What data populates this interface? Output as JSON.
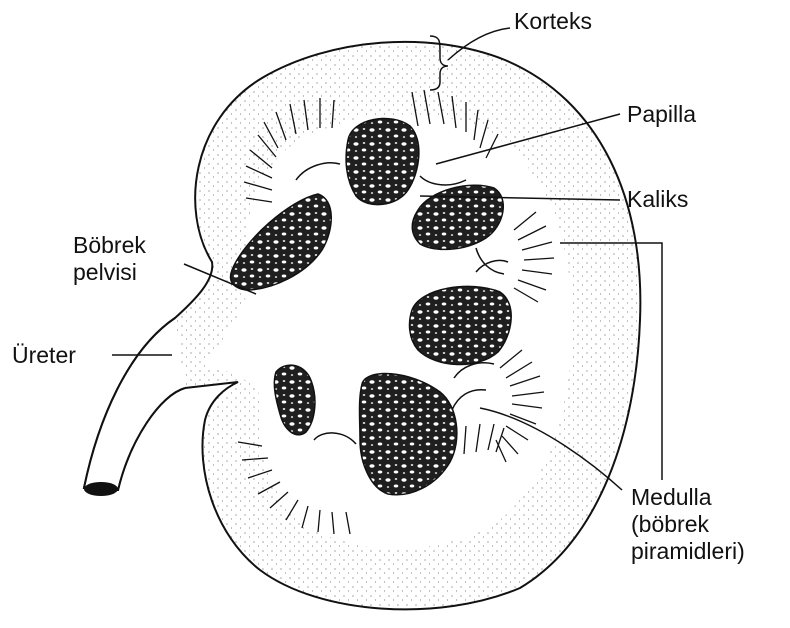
{
  "labels": {
    "korteks": "Korteks",
    "papilla": "Papilla",
    "kaliks": "Kaliks",
    "bobrek_pelvisi": [
      "Böbrek",
      "pelvisi"
    ],
    "ureter": "Üreter",
    "medulla": [
      "Medulla",
      "(böbrek",
      "piramidleri)"
    ]
  },
  "colors": {
    "ink": "#111111",
    "pyramid_fill": "#1f1f1f",
    "background": "#ffffff"
  }
}
